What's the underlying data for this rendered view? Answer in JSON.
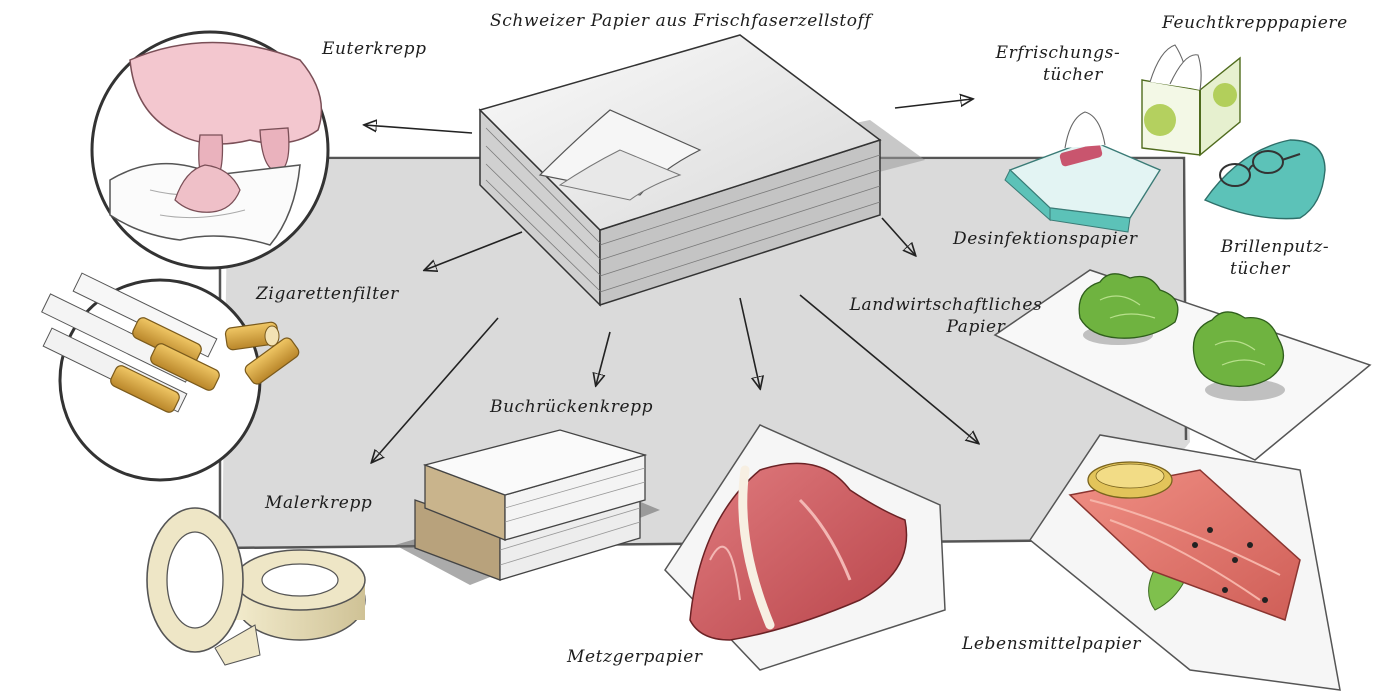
{
  "title": "Schweizer Papier aus Frischfaserzellstoff",
  "labels": {
    "euterkrepp": "Euterkrepp",
    "zigarettenfilter": "Zigarettenfilter",
    "malerkrepp": "Malerkrepp",
    "buchrueckenkrepp": "Buchrückenkrepp",
    "metzgerpapier": "Metzgerpapier",
    "lebensmittelpapier": "Lebensmittelpapier",
    "landwirtschaftlich_1": "Landwirtschaftliches",
    "landwirtschaftlich_2": "Papier",
    "desinfektionspapier": "Desinfektionspapier",
    "erfrischung_1": "Erfrischungs-",
    "erfrischung_2": "tücher",
    "feuchtkrepp": "Feuchtkrepppapiere",
    "brillen_1": "Brillenputz-",
    "brillen_2": "tücher"
  },
  "colors": {
    "background": "#ffffff",
    "panel": "#dadada",
    "ink": "#1d1d1d",
    "meat": "#c9555a",
    "fish": "#e07a70",
    "lettuce": "#6fb340",
    "mint": "#5cc2b8",
    "lime": "#a8c947",
    "tape": "#e8dcb0",
    "filter": "#d9a53a",
    "skin": "#f3c7cf"
  }
}
